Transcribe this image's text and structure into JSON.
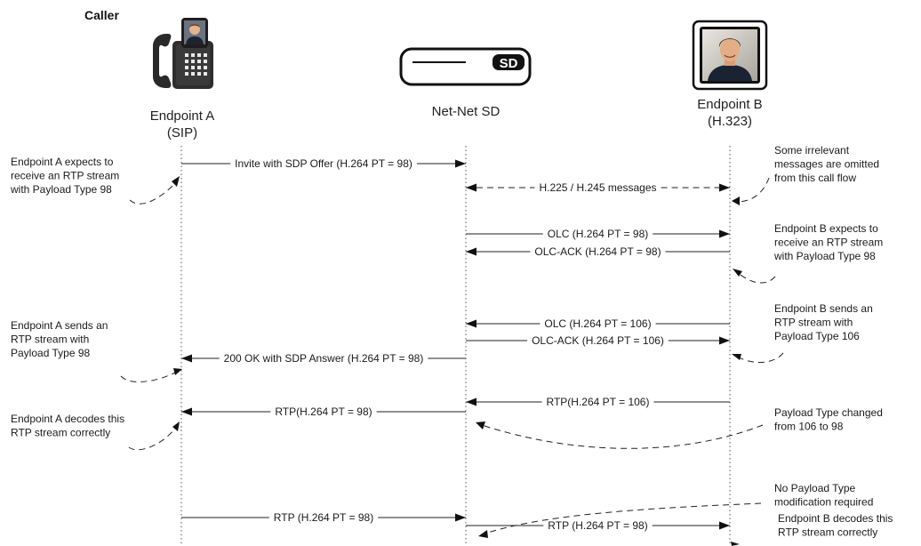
{
  "header": {
    "caller_label": "Caller"
  },
  "device": {
    "sd_badge": "SD"
  },
  "endpoints": {
    "a": {
      "name": "Endpoint A",
      "protocol": "(SIP)"
    },
    "sd": {
      "name": "Net-Net SD"
    },
    "b": {
      "name": "Endpoint B",
      "protocol": "(H.323)"
    }
  },
  "messages": [
    {
      "label": "Invite with SDP Offer (H.264 PT = 98)",
      "dir": "right",
      "style": "solid"
    },
    {
      "label": "H.225 / H.245 messages",
      "dir": "both",
      "style": "dashed"
    },
    {
      "label": "OLC (H.264 PT = 98)",
      "dir": "right",
      "style": "solid"
    },
    {
      "label": "OLC-ACK (H.264 PT = 98)",
      "dir": "left",
      "style": "solid"
    },
    {
      "label": "OLC (H.264 PT = 106)",
      "dir": "left",
      "style": "solid"
    },
    {
      "label": "OLC-ACK (H.264 PT = 106)",
      "dir": "right",
      "style": "solid"
    },
    {
      "label": "200 OK with SDP Answer (H.264 PT = 98)",
      "dir": "left",
      "style": "solid"
    },
    {
      "label": "RTP(H.264 PT = 106)",
      "dir": "left",
      "style": "solid"
    },
    {
      "label": "RTP(H.264 PT = 98)",
      "dir": "left",
      "style": "solid"
    },
    {
      "label": "RTP (H.264 PT = 98)",
      "dir": "right",
      "style": "solid"
    },
    {
      "label": "RTP (H.264 PT = 98)",
      "dir": "right",
      "style": "solid"
    }
  ],
  "notes": [
    {
      "lines": [
        "Endpoint A expects to",
        "receive an RTP stream",
        "with Payload Type 98"
      ],
      "color": "#1a1a1a"
    },
    {
      "lines": [
        "Some irrelevant",
        "messages are omitted",
        "from this call flow"
      ],
      "color": "#1a1a1a"
    },
    {
      "lines": [
        "Endpoint B expects to",
        "receive an RTP stream",
        "with Payload Type 98"
      ],
      "color": "#1a1a1a"
    },
    {
      "lines": [
        "Endpoint B sends an",
        "RTP stream with",
        "Payload Type 106"
      ],
      "color": "#1a1a1a"
    },
    {
      "lines": [
        "Endpoint A sends an",
        "RTP stream with",
        "Payload Type 98"
      ],
      "color": "#1a1a1a"
    },
    {
      "lines": [
        "Endpoint A decodes this",
        "RTP stream correctly"
      ],
      "color": "#1a1a1a"
    },
    {
      "lines": [
        "Payload Type changed",
        "from 106 to 98"
      ],
      "color": "#e8201c"
    },
    {
      "lines": [
        "No Payload Type",
        "modification required"
      ],
      "color": "#1a1a1a"
    },
    {
      "lines": [
        "Endpoint B decodes this",
        "RTP stream correctly"
      ],
      "color": "#1a1a1a"
    }
  ]
}
